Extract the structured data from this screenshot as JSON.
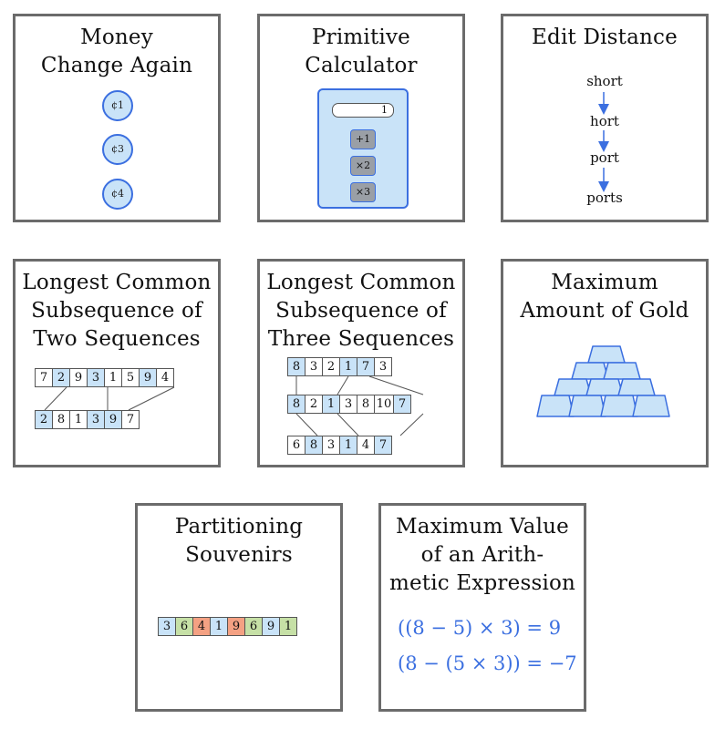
{
  "cards": {
    "money": {
      "title_lines": [
        "Money",
        "Change Again"
      ],
      "coins": [
        "¢1",
        "¢3",
        "¢4"
      ]
    },
    "calculator": {
      "title_lines": [
        "Primitive",
        "Calculator"
      ],
      "display": "1",
      "buttons": [
        "+1",
        "×2",
        "×3"
      ]
    },
    "edit": {
      "title_lines": [
        "Edit Distance"
      ],
      "words": [
        "short",
        "hort",
        "port",
        "ports"
      ]
    },
    "lcs2": {
      "title_lines": [
        "Longest Common",
        "Subsequence of",
        "Two Sequences"
      ],
      "seq_a": [
        "7",
        "2",
        "9",
        "3",
        "1",
        "5",
        "9",
        "4"
      ],
      "seq_b": [
        "2",
        "8",
        "1",
        "3",
        "9",
        "7"
      ]
    },
    "lcs3": {
      "title_lines": [
        "Longest Common",
        "Subsequence of",
        "Three Sequences"
      ],
      "seq_a": [
        "8",
        "3",
        "2",
        "1",
        "7",
        "3"
      ],
      "seq_b": [
        "8",
        "2",
        "1",
        "3",
        "8",
        "10",
        "7"
      ],
      "seq_c": [
        "6",
        "8",
        "3",
        "1",
        "4",
        "7"
      ]
    },
    "gold": {
      "title_lines": [
        "Maximum",
        "Amount of Gold"
      ]
    },
    "souvenirs": {
      "title_lines": [
        "Partitioning",
        "Souvenirs"
      ],
      "items": [
        "3",
        "6",
        "4",
        "1",
        "9",
        "6",
        "9",
        "1"
      ]
    },
    "arith": {
      "title_lines": [
        "Maximum Value",
        "of an Arith-",
        "metic Expression"
      ],
      "expressions": [
        "((8 − 5) × 3) = 9",
        "(8 − (5 × 3)) = −7"
      ]
    }
  },
  "colors": {
    "accent_blue": "#3b6fe0",
    "light_blue": "#c9e3f8",
    "green": "#c6e0a6",
    "orange": "#f4a183",
    "border_gray": "#6b6b6b"
  }
}
